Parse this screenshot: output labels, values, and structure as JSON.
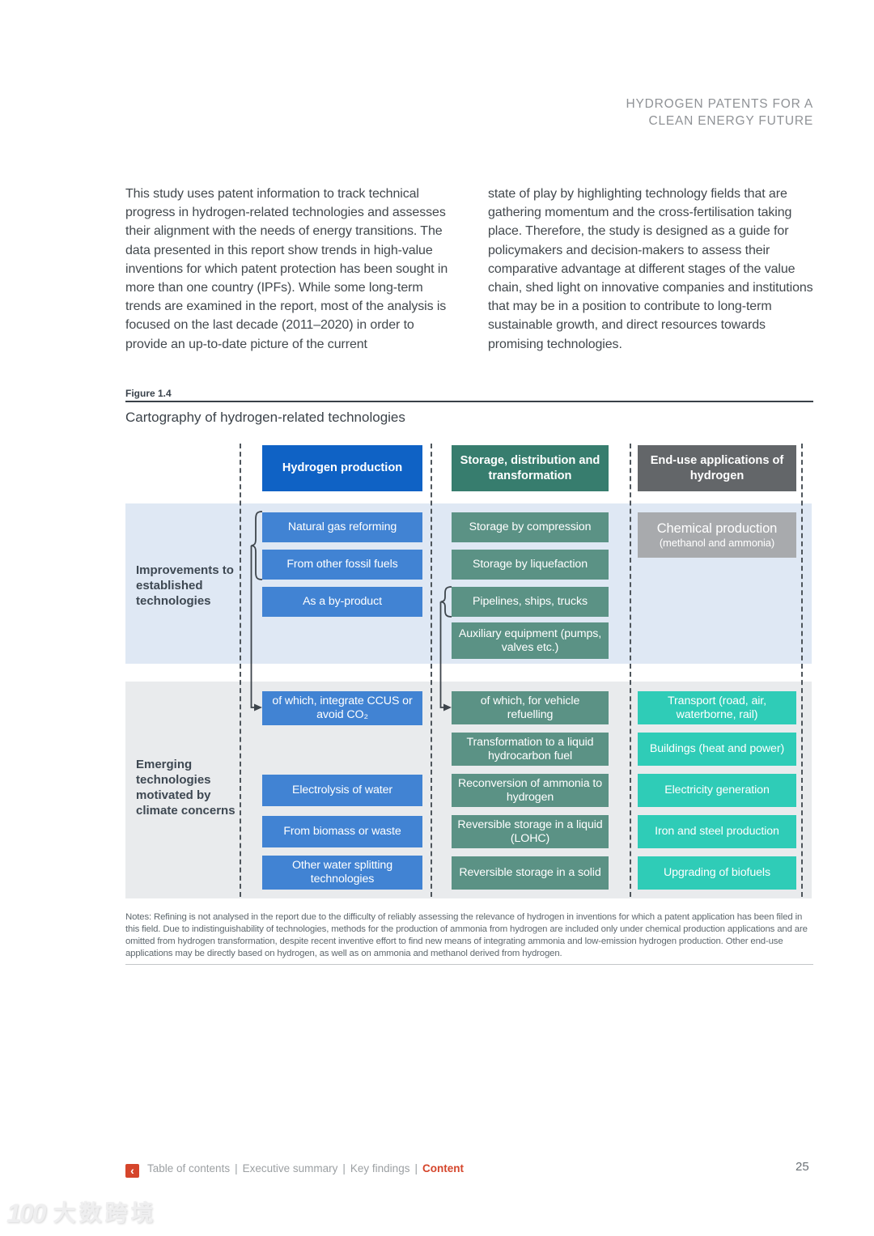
{
  "header": {
    "line1": "HYDROGEN PATENTS FOR A",
    "line2": "CLEAN ENERGY FUTURE"
  },
  "intro": {
    "left": "This study uses patent information to track technical progress in hydrogen-related technologies and assesses their alignment with the needs of energy transitions. The data presented in this report show trends in high-value inventions for which patent protection has been sought in more than one country (IPFs). While some long-term trends are examined in the report, most of the analysis is focused on the last decade (2011–2020) in order to provide an up-to-date picture of the current",
    "right": "state of play by highlighting technology fields that are gathering momentum and the cross-fertilisation taking place. Therefore, the study is designed as a guide for policymakers and decision-makers to assess their comparative advantage at different stages of the value chain, shed light on innovative companies and institutions that may be in a position to contribute to long-term sustainable growth, and direct resources towards promising technologies."
  },
  "figure": {
    "label": "Figure 1.4",
    "title": "Cartography of hydrogen-related technologies",
    "column_headers": [
      "Hydrogen production",
      "Storage, distribution and transformation",
      "End-use applications of hydrogen"
    ],
    "row1": {
      "label": "Improvements to established technologies",
      "production": [
        "Natural gas reforming",
        "From other fossil fuels",
        "As a by-product"
      ],
      "storage": [
        "Storage by compression",
        "Storage by liquefaction",
        "Pipelines, ships, trucks",
        "Auxiliary equipment (pumps, valves etc.)"
      ],
      "enduse": [
        "Chemical production",
        "(methanol and ammonia)"
      ]
    },
    "row2": {
      "label": "Emerging technologies motivated by climate concerns",
      "production": [
        "of which, integrate CCUS or avoid CO₂",
        "Electrolysis of water",
        "From biomass or waste",
        "Other water splitting technologies"
      ],
      "storage": [
        "of which, for vehicle refuelling",
        "Transformation to a liquid hydrocarbon fuel",
        "Reconversion of ammonia to hydrogen",
        "Reversible storage in a liquid (LOHC)",
        "Reversible storage in a solid"
      ],
      "enduse": [
        "Transport (road, air, waterborne, rail)",
        "Buildings (heat and power)",
        "Electricity generation",
        "Iron and steel production",
        "Upgrading of biofuels"
      ]
    },
    "notes": "Notes: Refining is not analysed in the report due to the difficulty of reliably assessing the relevance of hydrogen in inventions for which a patent application has been filed in this field. Due to indistinguishability of technologies, methods for the production of ammonia from hydrogen are included only under chemical production applications and are omitted from hydrogen transformation, despite recent inventive effort to find new means of integrating ammonia and low-emission hydrogen production. Other end-use applications may be directly based on hydrogen, as well as on ammonia and methanol derived from hydrogen."
  },
  "footer": {
    "back_icon": "‹",
    "items": [
      "Table of contents",
      "Executive summary",
      "Key findings"
    ],
    "active": "Content",
    "separator": "|",
    "page_number": "25"
  },
  "watermark": {
    "brand_mark": "100",
    "brand_text": "大数跨境"
  },
  "colors": {
    "production_header": "#0f62c5",
    "production_box": "#4183d3",
    "storage_header": "#377d6e",
    "storage_box": "#5b9285",
    "enduse_header": "#636669",
    "enduse_established_box": "#a8aaad",
    "enduse_emerging_box": "#2fccb7",
    "band_established": "#dfe8f4",
    "band_emerging": "#e9ebed",
    "footer_accent": "#d5452b"
  }
}
